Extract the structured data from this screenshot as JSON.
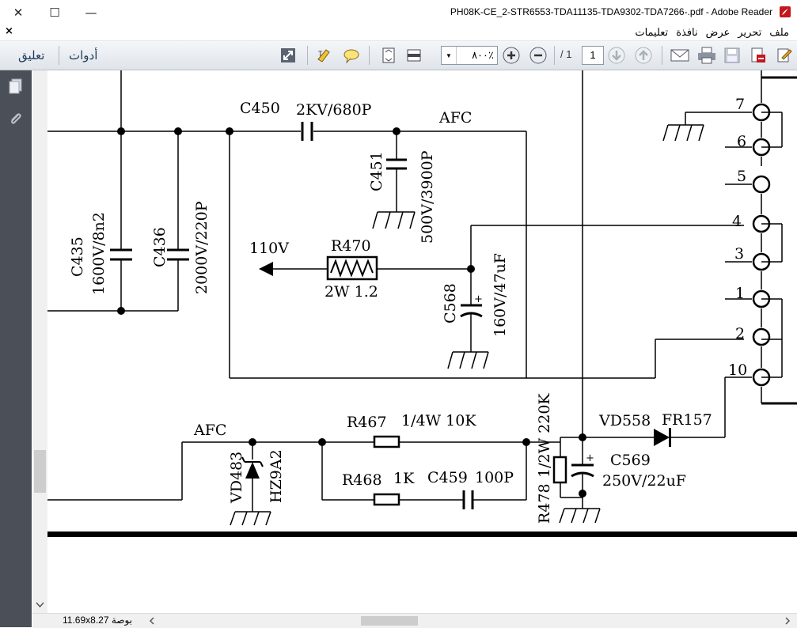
{
  "window": {
    "title": "PH08K-CE_2-STR6553-TDA11135-TDA9302-TDA7266-.pdf - Adobe Reader",
    "minimize_glyph": "✕",
    "maximize_glyph": "☐",
    "close_glyph": "—"
  },
  "menu": {
    "close_glyph": "×",
    "items": [
      "ملف",
      "تحرير",
      "عرض",
      "نافذة",
      "تعليمات"
    ]
  },
  "toolbar": {
    "comment_label": "تعليق",
    "tools_label": "أدوات",
    "zoom_value": "٨٠٠٪",
    "page_current": "1",
    "page_total": "/ 1"
  },
  "status": {
    "page_size": "11.69x8.27 بوصة"
  },
  "schematic": {
    "labels": {
      "c450": "C450",
      "c450_value": "2KV/680P",
      "afc_top": "AFC",
      "c451": "C451",
      "c451_value": "500V/3900P",
      "c435": "C435",
      "c435_value": "1600V/8n2",
      "c436": "C436",
      "c436_value": "2000V/220P",
      "v110": "110V",
      "r470": "R470",
      "r470_value": "2W 1.2",
      "c568": "C568",
      "c568_value": "160V/47uF",
      "afc_bottom": "AFC",
      "vd483": "VD483",
      "vd483_value": "HZ9A2",
      "r467": "R467",
      "r467_value": "1/4W 10K",
      "r468": "R468",
      "r468_value": "1K",
      "c459": "C459",
      "c459_value": "100P",
      "r478": "R478",
      "r478_value": "1/2W 220K",
      "vd558": "VD558",
      "vd558_value": "FR157",
      "c569": "C569",
      "c569_value": "250V/22uF",
      "pin7": "7",
      "pin6": "6",
      "pin5": "5",
      "pin4": "4",
      "pin3": "3",
      "pin1": "1",
      "pin2": "2",
      "pin10": "10",
      "plus1": "+",
      "plus2": "+"
    }
  }
}
